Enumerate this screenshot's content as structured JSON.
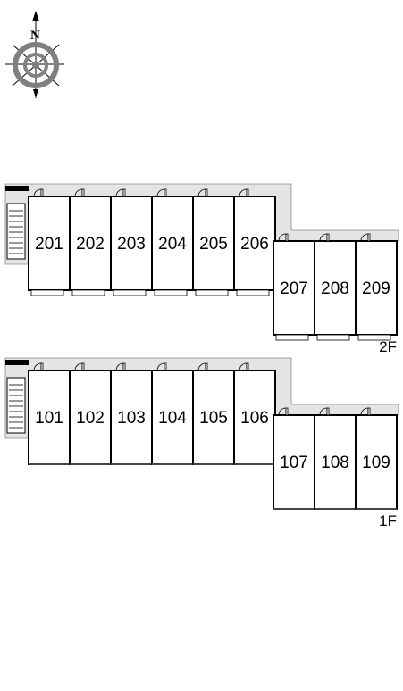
{
  "compass": {
    "label": "N",
    "icon": "compass-icon"
  },
  "floors": [
    {
      "id": "2F",
      "label": "2F",
      "units": [
        "201",
        "202",
        "203",
        "204",
        "205",
        "206",
        "207",
        "208",
        "209"
      ],
      "has_balconies": true
    },
    {
      "id": "1F",
      "label": "1F",
      "units": [
        "101",
        "102",
        "103",
        "104",
        "105",
        "106",
        "107",
        "108",
        "109"
      ],
      "has_balconies": false
    }
  ],
  "colors": {
    "corridor": "#e4e4e4",
    "wall": "#000000",
    "compass_ring": "#808080"
  }
}
